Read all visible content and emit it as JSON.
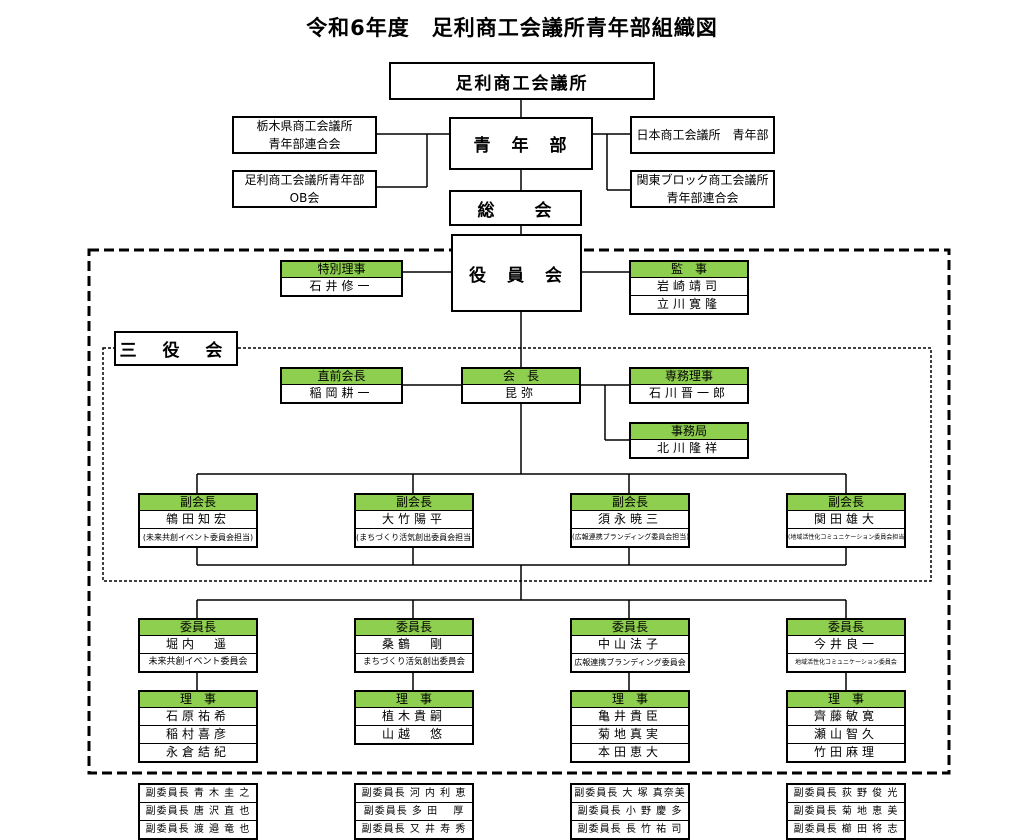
{
  "title": "令和6年度　足利商工会議所青年部組織図",
  "top": {
    "org": "足利商工会議所",
    "seinenbu": "青　年　部",
    "soukai": "総　　会",
    "yakuinkai": "役　員　会",
    "sanyakukai": "三 役 会",
    "left1": [
      "栃木県商工会議所",
      "青年部連合会"
    ],
    "left2": [
      "足利商工会議所青年部",
      "OB会"
    ],
    "right1": "日本商工会議所　青年部",
    "right2": [
      "関東ブロック商工会議所",
      "青年部連合会"
    ]
  },
  "officers": {
    "tokubetsu": {
      "header": "特別理事",
      "name": "石井修一"
    },
    "kanji": {
      "header": "監　事",
      "names": [
        "岩崎靖司",
        "立川寛隆"
      ]
    },
    "chokuzen": {
      "header": "直前会長",
      "name": "稲岡耕一"
    },
    "kaicho": {
      "header": "会　長",
      "name": "昆弥"
    },
    "senmu": {
      "header": "専務理事",
      "name": "石川晋一郎"
    },
    "jimukyoku": {
      "header": "事務局",
      "name": "北川隆祥"
    }
  },
  "vice_presidents": [
    {
      "header": "副会長",
      "name": "鴾田知宏",
      "role": "(未来共創イベント委員会担当)"
    },
    {
      "header": "副会長",
      "name": "大竹陽平",
      "role": "(まちづくり活気創出委員会担当)"
    },
    {
      "header": "副会長",
      "name": "須永暁三",
      "role": "(広報連携ブランディング委員会担当)"
    },
    {
      "header": "副会長",
      "name": "関田雄大",
      "role": "(地域活性化コミュニケーション委員会担当)"
    }
  ],
  "committees": [
    {
      "header": "委員長",
      "name": "堀内　遥",
      "committee": "未来共創イベント委員会",
      "riji_header": "理　事",
      "riji": [
        "石原祐希",
        "稲村喜彦",
        "永倉結紀"
      ],
      "vice": [
        "副委員長 青 木 圭 之",
        "副委員長 唐 沢 直 也",
        "副委員長 渡 邉 竜 也"
      ]
    },
    {
      "header": "委員長",
      "name": "桑鶴　剛",
      "committee": "まちづくり活気創出委員会",
      "riji_header": "理　事",
      "riji": [
        "植木貴嗣",
        "山越　悠"
      ],
      "vice": [
        "副委員長 河 内 利 恵",
        "副委員長 多 田　 厚",
        "副委員長 又 井 寿 秀"
      ]
    },
    {
      "header": "委員長",
      "name": "中山法子",
      "committee": "広報連携ブランディング委員会",
      "riji_header": "理　事",
      "riji": [
        "亀井貴臣",
        "菊地真実",
        "本田恵大"
      ],
      "vice": [
        "副委員長 大 塚 真奈美",
        "副委員長 小 野 慶 多",
        "副委員長 長 竹 祐 司"
      ]
    },
    {
      "header": "委員長",
      "name": "今井良一",
      "committee": "地域活性化コミュニケーション委員会",
      "riji_header": "理　事",
      "riji": [
        "齊藤敏寛",
        "瀬山智久",
        "竹田麻理"
      ],
      "vice": [
        "副委員長 荻 野 俊 光",
        "副委員長 菊 地 恵 美",
        "副委員長 櫛 田 将 志"
      ]
    }
  ]
}
